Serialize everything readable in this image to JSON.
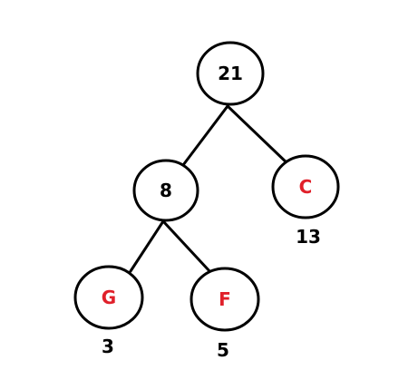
{
  "tree": {
    "colors": {
      "internal_label": "#000000",
      "leaf_label": "#e0202a",
      "stroke": "#000000",
      "background": "#ffffff"
    },
    "nodes": {
      "root": {
        "label": "21"
      },
      "n8": {
        "label": "8"
      },
      "c": {
        "label": "C",
        "weight": "13"
      },
      "g": {
        "label": "G",
        "weight": "3"
      },
      "f": {
        "label": "F",
        "weight": "5"
      }
    }
  }
}
